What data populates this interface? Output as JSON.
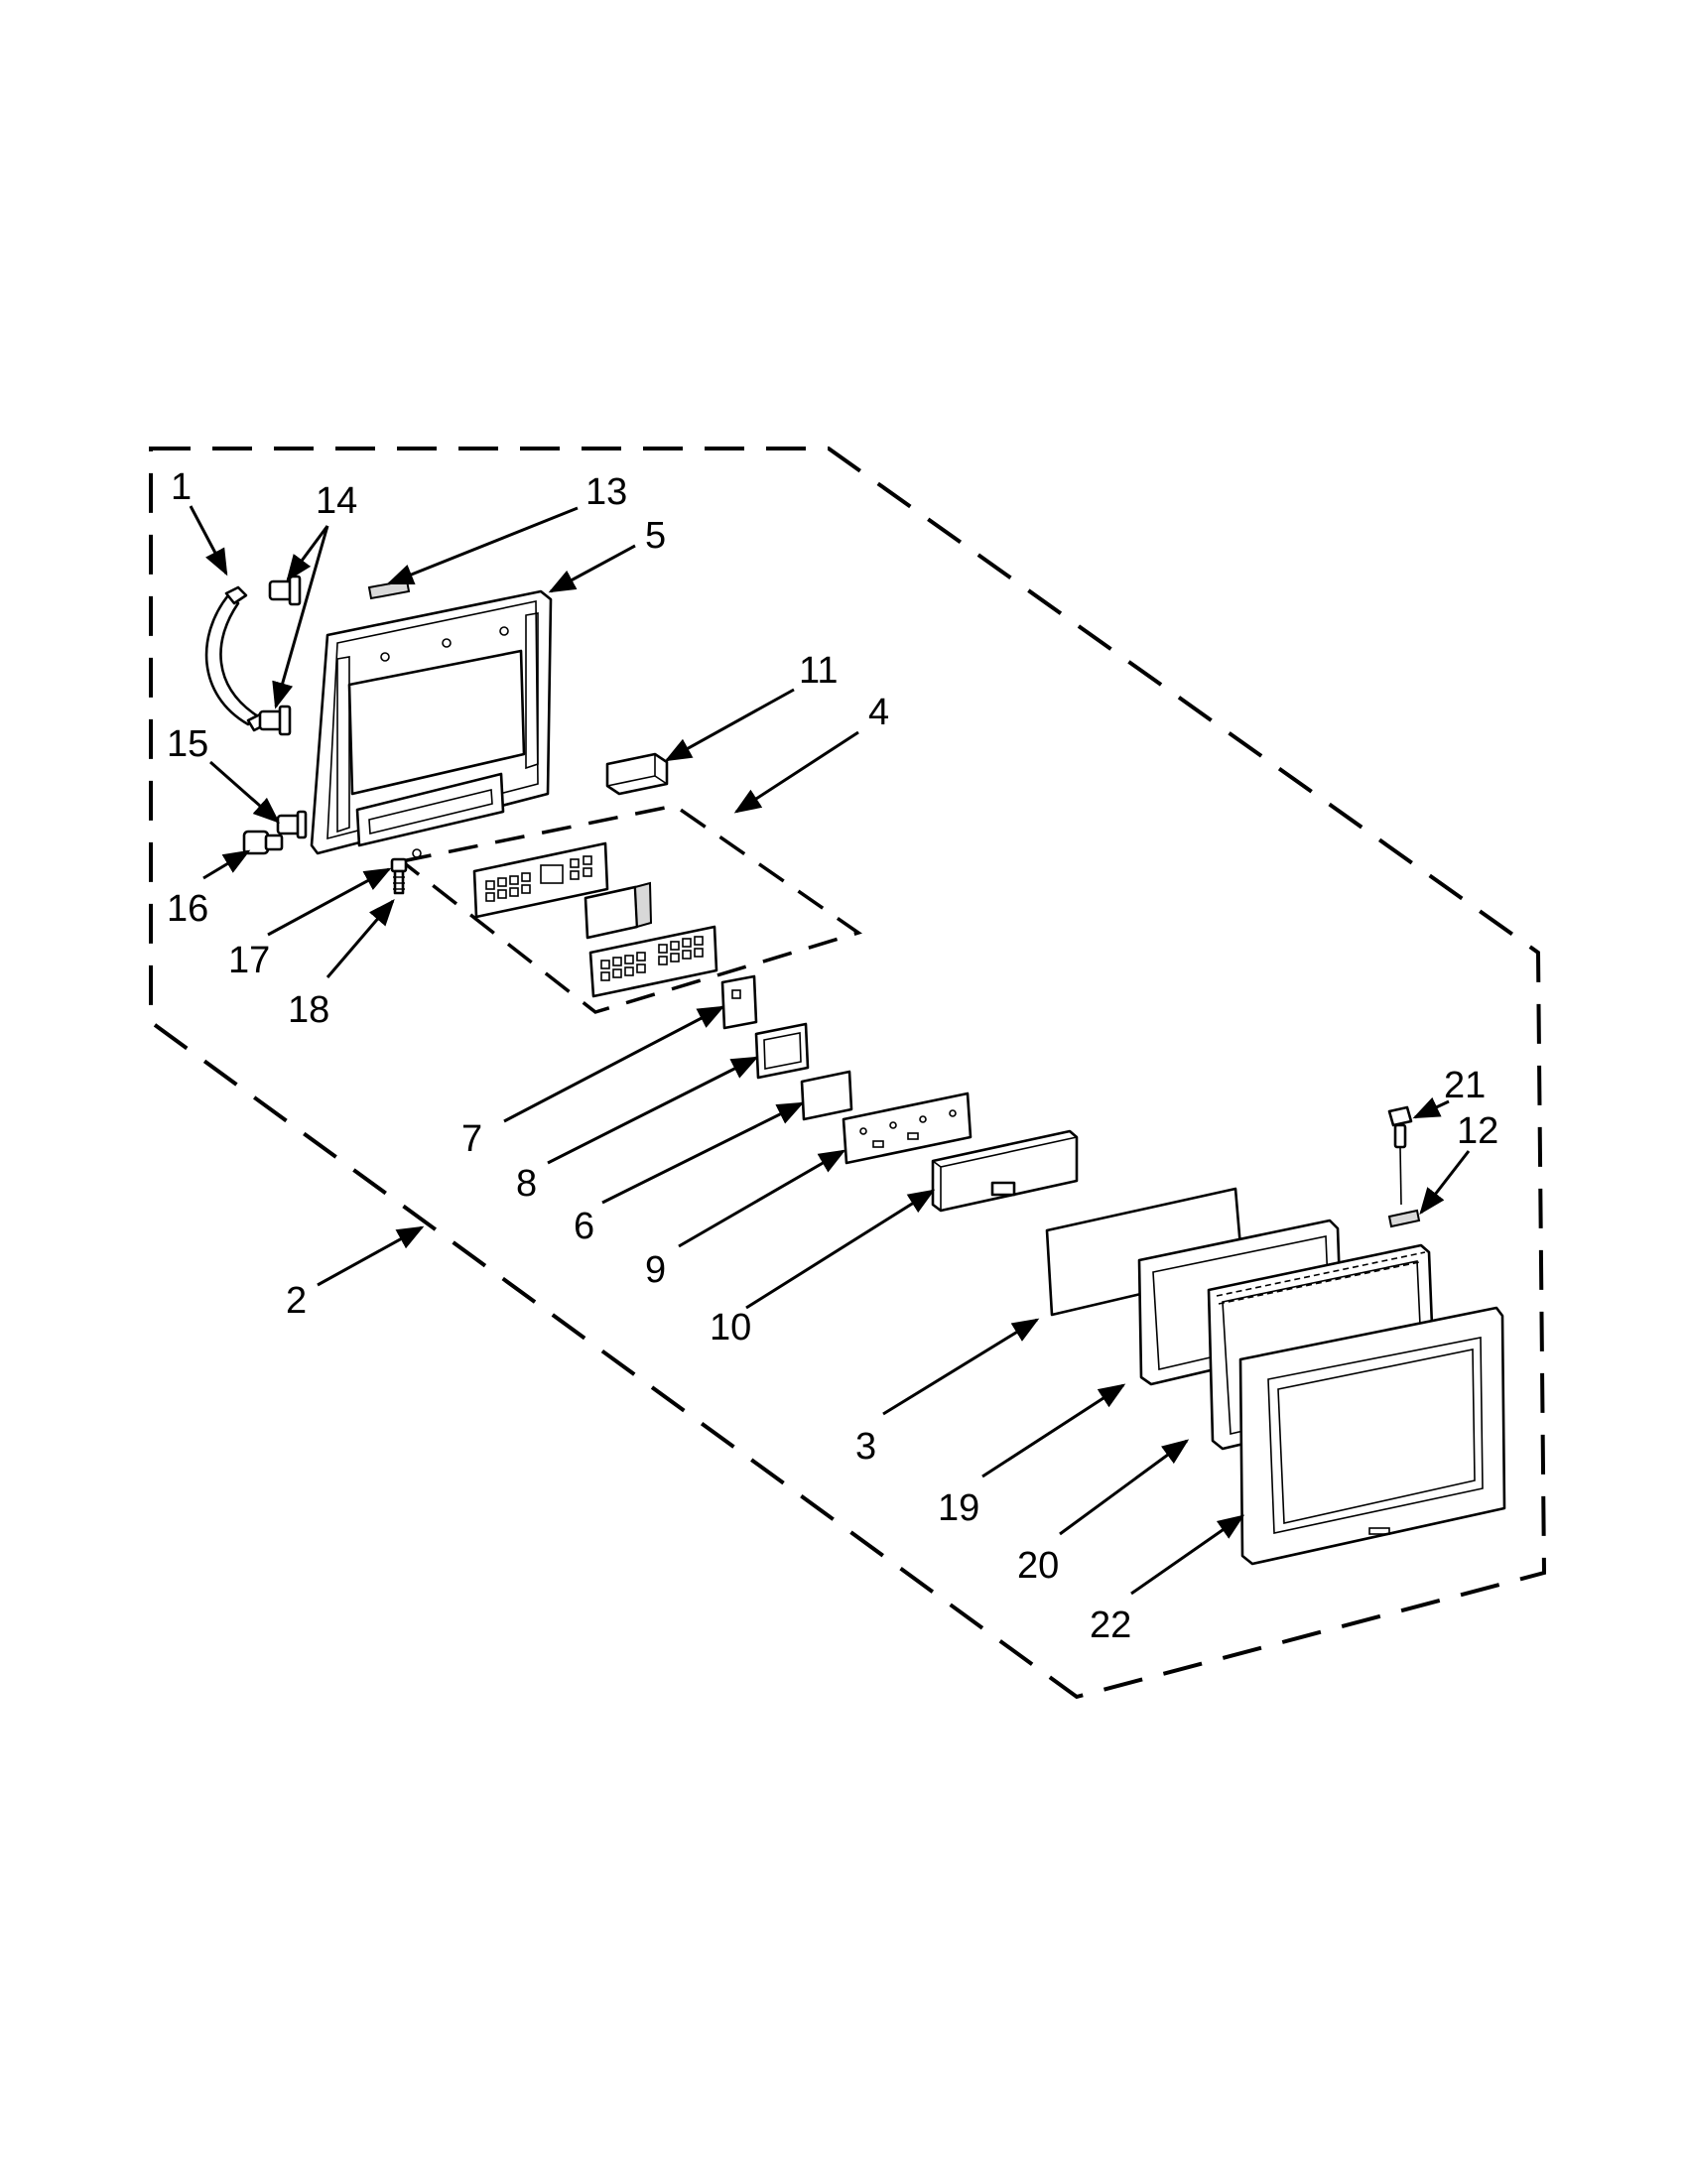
{
  "diagram": {
    "callouts": [
      {
        "id": "c1",
        "label": "1"
      },
      {
        "id": "c14",
        "label": "14"
      },
      {
        "id": "c13",
        "label": "13"
      },
      {
        "id": "c5",
        "label": "5"
      },
      {
        "id": "c11",
        "label": "11"
      },
      {
        "id": "c4",
        "label": "4"
      },
      {
        "id": "c15",
        "label": "15"
      },
      {
        "id": "c16",
        "label": "16"
      },
      {
        "id": "c17",
        "label": "17"
      },
      {
        "id": "c18",
        "label": "18"
      },
      {
        "id": "c7",
        "label": "7"
      },
      {
        "id": "c8",
        "label": "8"
      },
      {
        "id": "c6",
        "label": "6"
      },
      {
        "id": "c9",
        "label": "9"
      },
      {
        "id": "c10",
        "label": "10"
      },
      {
        "id": "c2",
        "label": "2"
      },
      {
        "id": "c21",
        "label": "21"
      },
      {
        "id": "c12",
        "label": "12"
      },
      {
        "id": "c3",
        "label": "3"
      },
      {
        "id": "c19",
        "label": "19"
      },
      {
        "id": "c20",
        "label": "20"
      },
      {
        "id": "c22",
        "label": "22"
      }
    ]
  }
}
